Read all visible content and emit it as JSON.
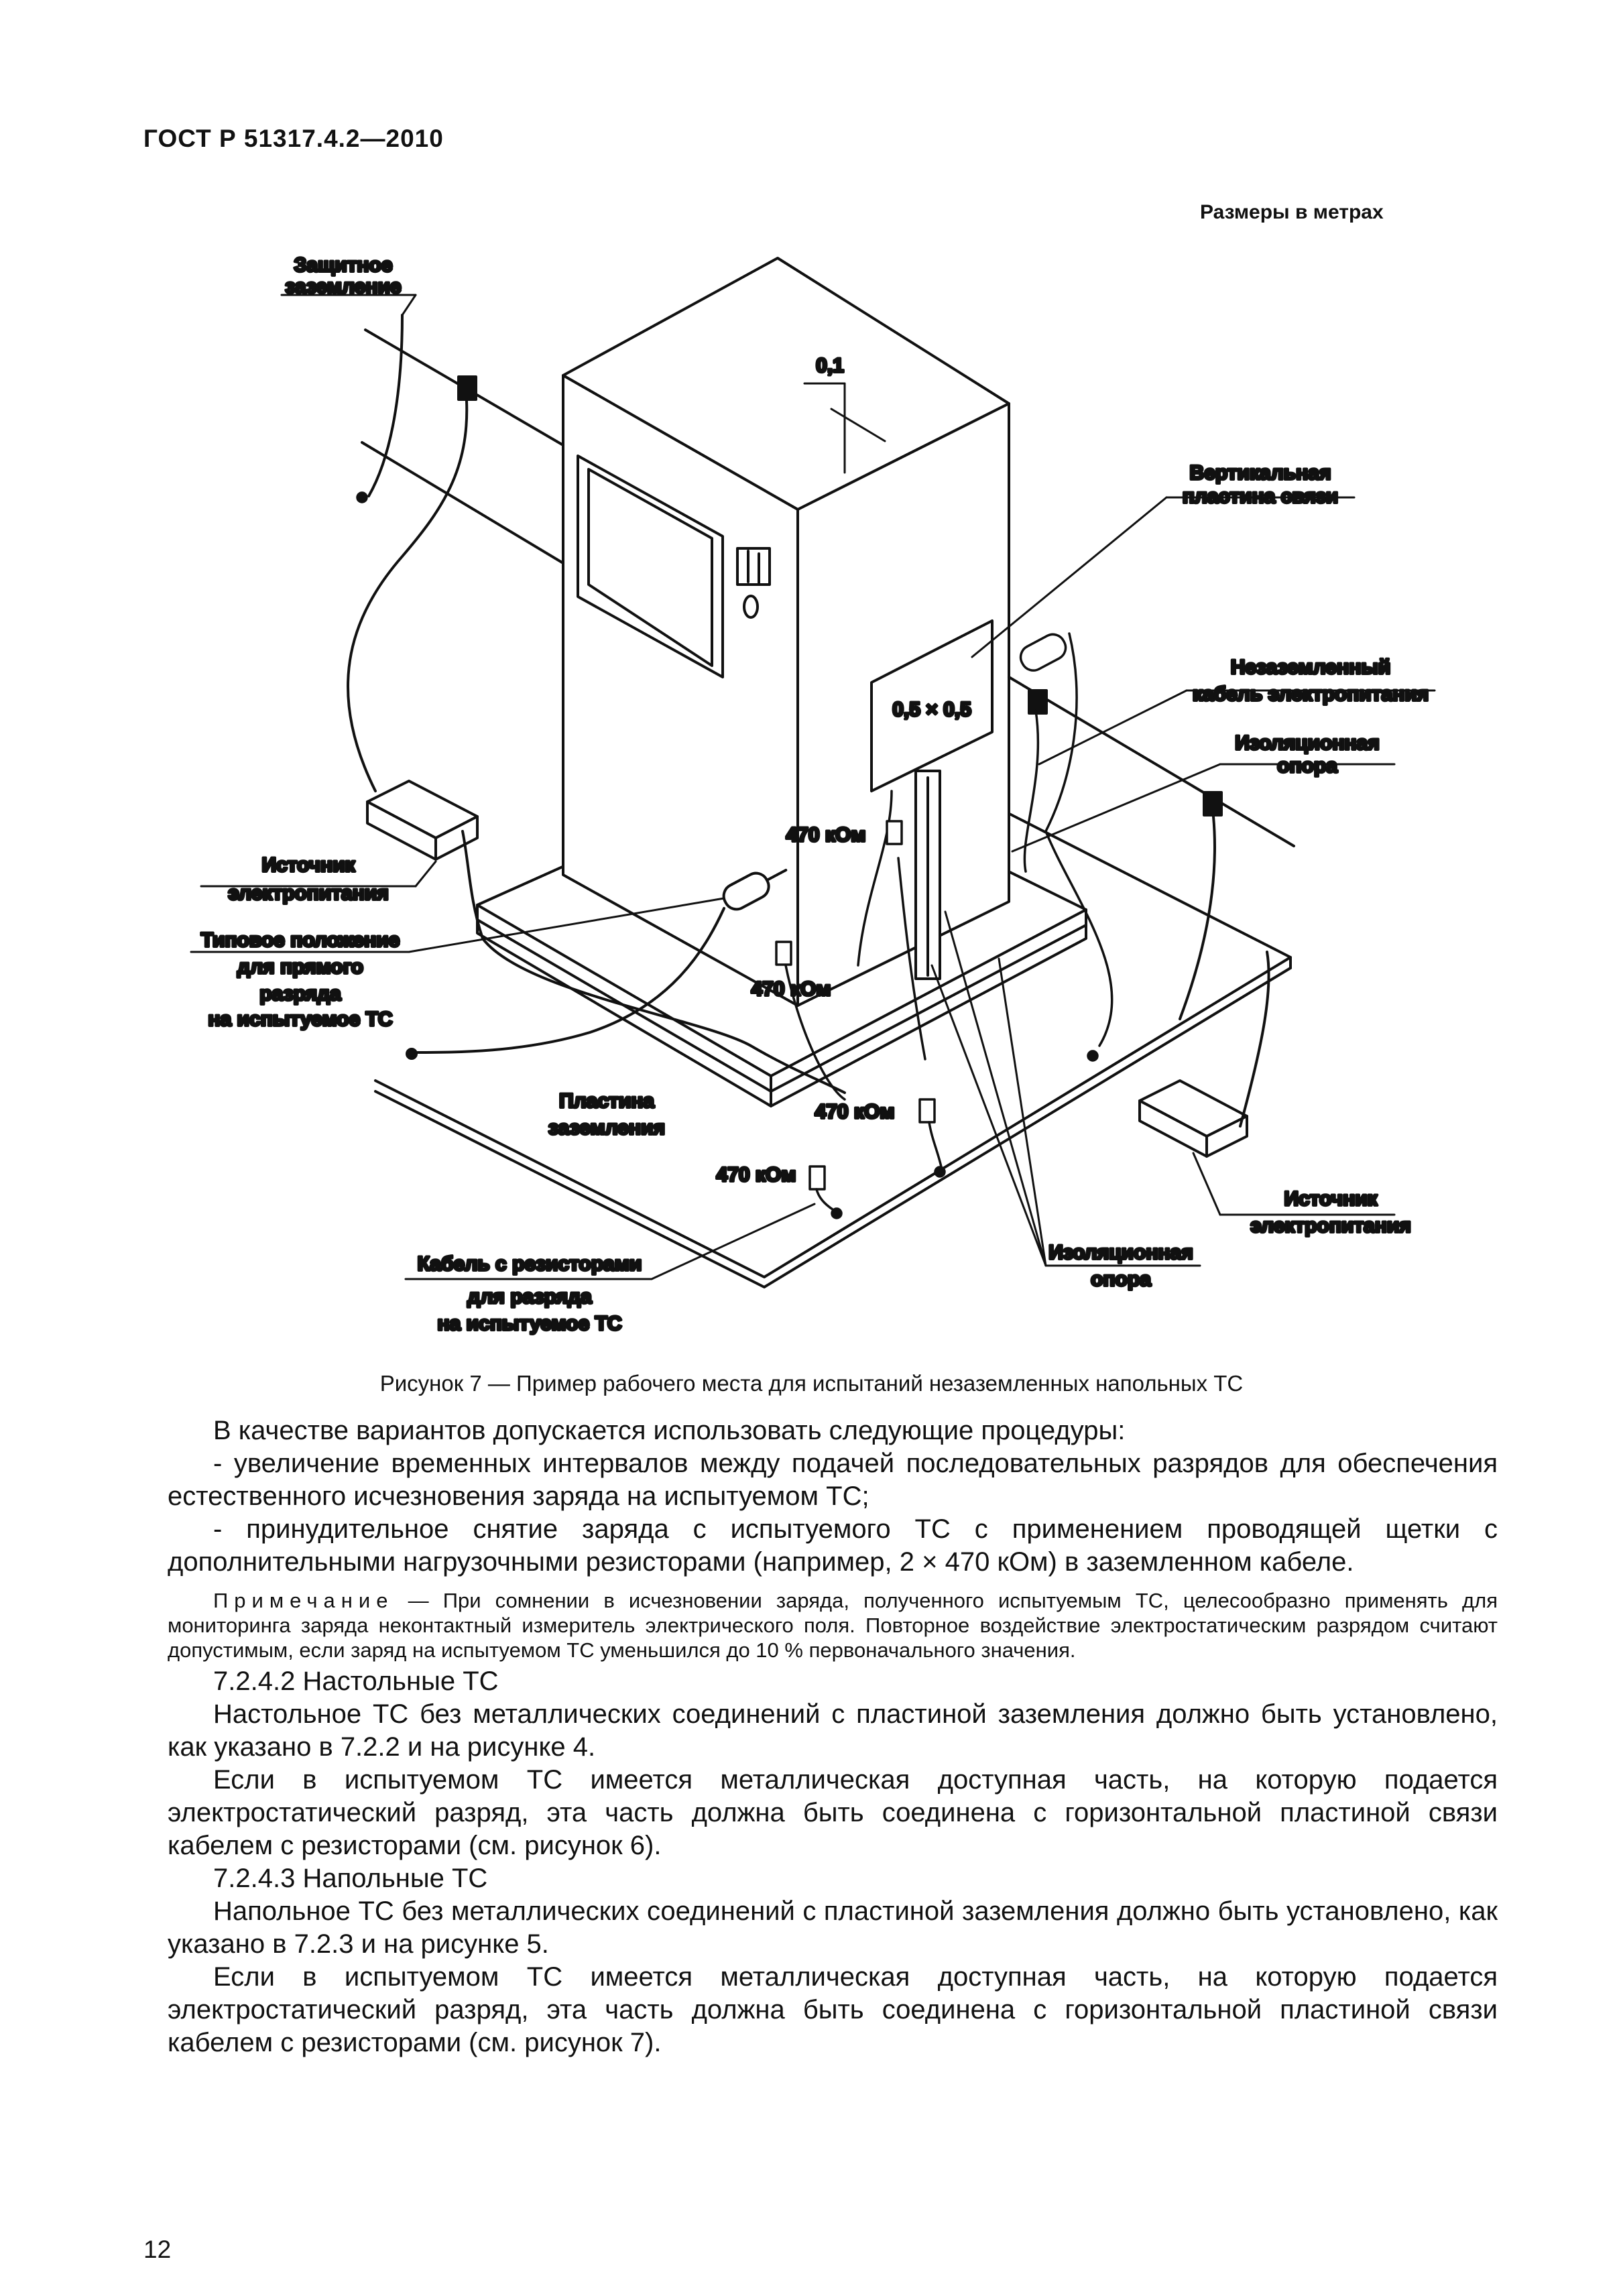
{
  "header": {
    "standard": "ГОСТ Р 51317.4.2—2010"
  },
  "figure": {
    "dimension_note": "Размеры в метрах",
    "labels": {
      "protective_ground_1": "Защитное",
      "protective_ground_2": "заземление",
      "gap": "0,1",
      "vcp_1": "Вертикальная",
      "vcp_2": "пластина связи",
      "plate_size": "0,5 × 0,5",
      "ungrounded_cable_1": "Незаземленный",
      "ungrounded_cable_2": "кабель электропитания",
      "insulating_support_r_1": "Изоляционная",
      "insulating_support_r_2": "опора",
      "power_source_l_1": "Источник",
      "power_source_l_2": "электропитания",
      "discharge_pos_1": "Типовое положение",
      "discharge_pos_2": "для прямого",
      "discharge_pos_3": "разряда",
      "discharge_pos_4": "на испытуемое ТС",
      "res_1": "470 кОм",
      "res_2": "470 кОм",
      "res_3": "470 кОм",
      "res_4": "470 кОм",
      "ground_plate_1": "Пластина",
      "ground_plate_2": "заземления",
      "power_source_r_1": "Источник",
      "power_source_r_2": "электропитания",
      "insulating_support_b_1": "Изоляционная",
      "insulating_support_b_2": "опора",
      "cable_res_1": "Кабель с резисторами",
      "cable_res_2": "для разряда",
      "cable_res_3": "на испытуемое ТС"
    },
    "caption": "Рисунок 7 — Пример рабочего места для испытаний незаземленных напольных ТС"
  },
  "body": {
    "p1": "В качестве вариантов допускается использовать следующие процедуры:",
    "p2": "- увеличение временных интервалов между подачей последовательных разрядов для обеспечения естественного исчезновения заряда на испытуемом ТС;",
    "p3": "- принудительное снятие заряда с испытуемого ТС с применением проводящей щетки с дополнительными нагрузочными резисторами (например, 2 × 470 кОм) в заземленном кабеле.",
    "note_lead": "Примечание",
    "note_text": " — При сомнении в исчезновении заряда, полученного испытуемым ТС, целесообразно применять для мониторинга заряда неконтактный измеритель электрического поля. Повторное воздействие электростатическим разрядом считают допустимым, если заряд на испытуемом ТС уменьшился до 10 % первоначального значения.",
    "s1": "7.2.4.2 Настольные ТС",
    "s1p1": "Настольное ТС без металлических соединений с пластиной заземления должно быть установлено, как указано в 7.2.2 и на рисунке 4.",
    "s1p2": "Если в испытуемом ТС имеется металлическая доступная часть, на которую подается электростатический разряд, эта часть должна быть соединена с горизонтальной пластиной связи кабелем с резисторами (см. рисунок 6).",
    "s2": "7.2.4.3 Напольные ТС",
    "s2p1": "Напольное ТС без металлических соединений с пластиной заземления должно быть установлено, как указано в 7.2.3 и на рисунке 5.",
    "s2p2": "Если в испытуемом ТС имеется металлическая доступная часть, на которую подается электростатический разряд, эта часть должна быть соединена с горизонтальной пластиной связи кабелем с резисторами (см. рисунок 7)."
  },
  "footer": {
    "page_number": "12"
  }
}
